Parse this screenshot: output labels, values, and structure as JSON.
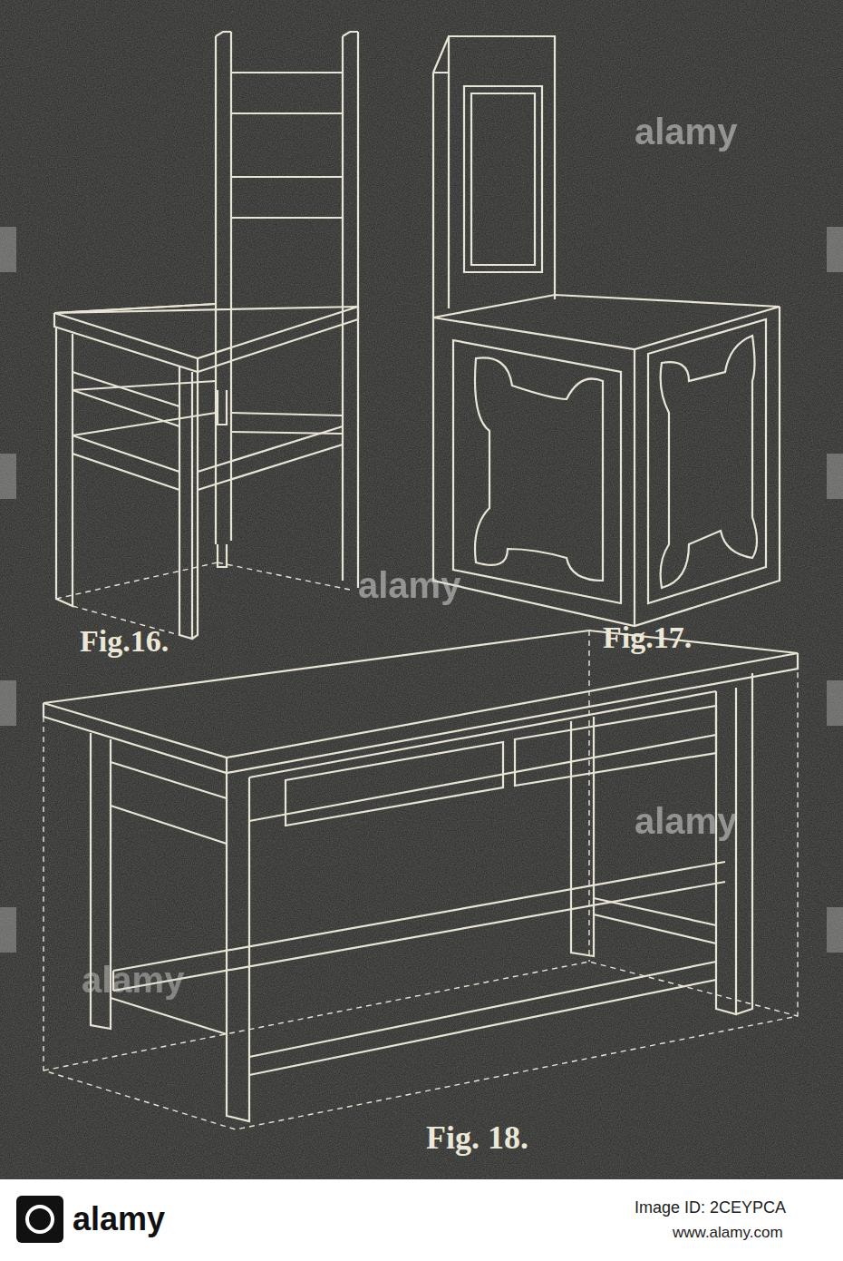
{
  "diagram": {
    "labels": [
      "Fig.16.",
      "Fig.17.",
      "Fig. 18.",
      "alamy",
      "alamy",
      "alamy",
      "alamy",
      "alamy",
      "Image ID: 2CEYPCA",
      "www.alamy.com"
    ]
  }
}
